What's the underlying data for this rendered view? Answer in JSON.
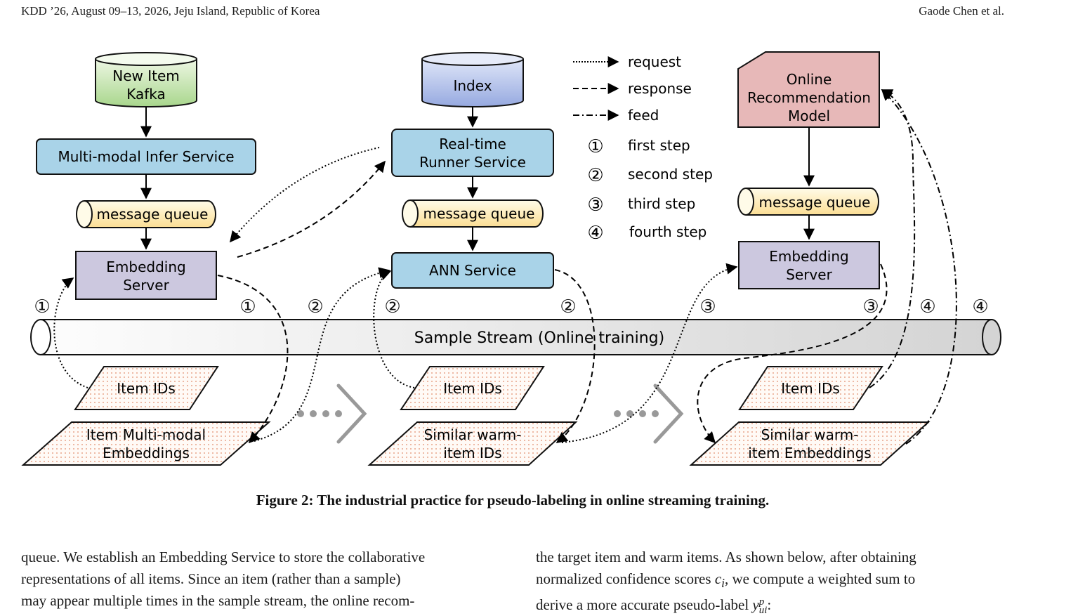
{
  "header": {
    "left": "KDD ’26, August 09–13, 2026, Jeju Island, Republic of Korea",
    "right": "Gaode Chen et al."
  },
  "figure": {
    "kafka_line1": "New Item",
    "kafka_line2": "Kafka",
    "infer_service": "Multi-modal Infer Service",
    "mq1": "message queue",
    "emb_server1_line1": "Embedding",
    "emb_server1_line2": "Server",
    "index": "Index",
    "runner_line1": "Real-time",
    "runner_line2": "Runner Service",
    "mq2": "message queue",
    "ann_service": "ANN Service",
    "model_line1": "Online",
    "model_line2": "Recommendation",
    "model_line3": "Model",
    "mq3": "message queue",
    "emb_server2_line1": "Embedding",
    "emb_server2_line2": "Server",
    "stream": "Sample Stream (Online training)",
    "item_ids_1": "Item IDs",
    "item_ids_2": "Item IDs",
    "item_ids_3": "Item IDs",
    "out1_line1": "Item Multi-modal",
    "out1_line2": "Embeddings",
    "out2_line1": "Similar warm-",
    "out2_line2": "item IDs",
    "out3_line1": "Similar warm-",
    "out3_line2": "item Embeddings",
    "legend": {
      "request": "request",
      "response": "response",
      "feed": "feed",
      "step1": "first step",
      "step2": "second step",
      "step3": "third step",
      "step4": "fourth step"
    },
    "step_markers": {
      "s1": "①",
      "s2": "②",
      "s3": "③",
      "s4": "④"
    }
  },
  "caption": "Figure 2: The industrial practice for pseudo-labeling in online streaming training.",
  "body_left": [
    "queue. We establish an Embedding Service to store the collaborative",
    "representations of all items. Since an item (rather than a sample)",
    "may appear multiple times in the sample stream, the online recom-"
  ],
  "body_right": {
    "line1": "the target item and warm items. As shown below, after obtaining",
    "line2_pre": "normalized confidence scores ",
    "line2_var": "c",
    "line2_sub": "i",
    "line2_post": ", we compute a weighted sum to",
    "line3_pre": "derive a more accurate pseudo-label ",
    "line3_var": "y",
    "line3_sup": "p",
    "line3_sub": "ui",
    "line3_post": ":"
  }
}
